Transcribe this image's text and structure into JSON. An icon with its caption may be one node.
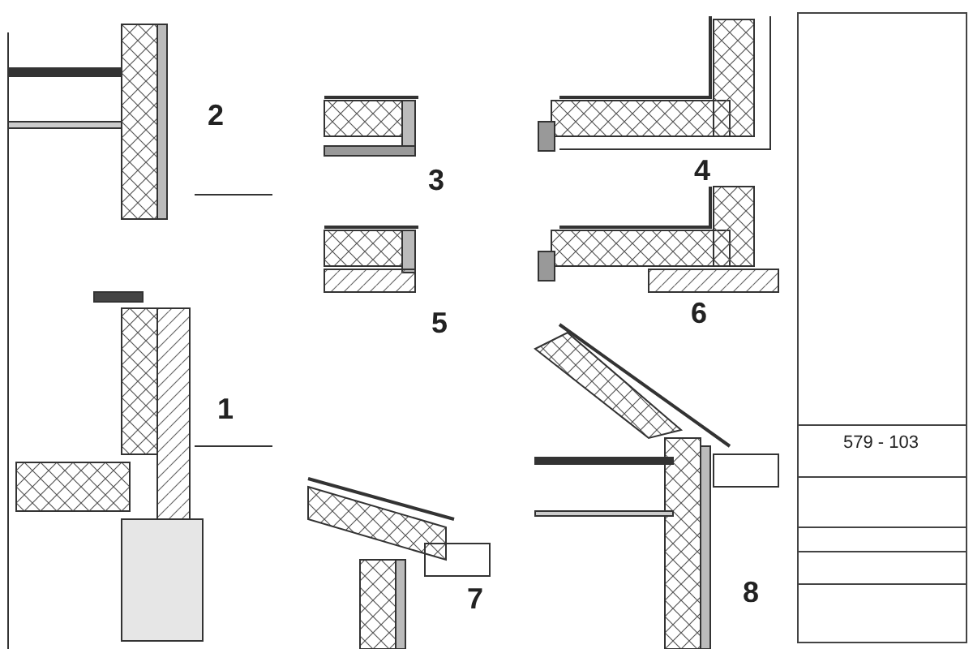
{
  "diagram": {
    "labels": [
      "2",
      "3",
      "4",
      "5",
      "6",
      "1",
      "579 - 103",
      "8",
      "7"
    ]
  }
}
